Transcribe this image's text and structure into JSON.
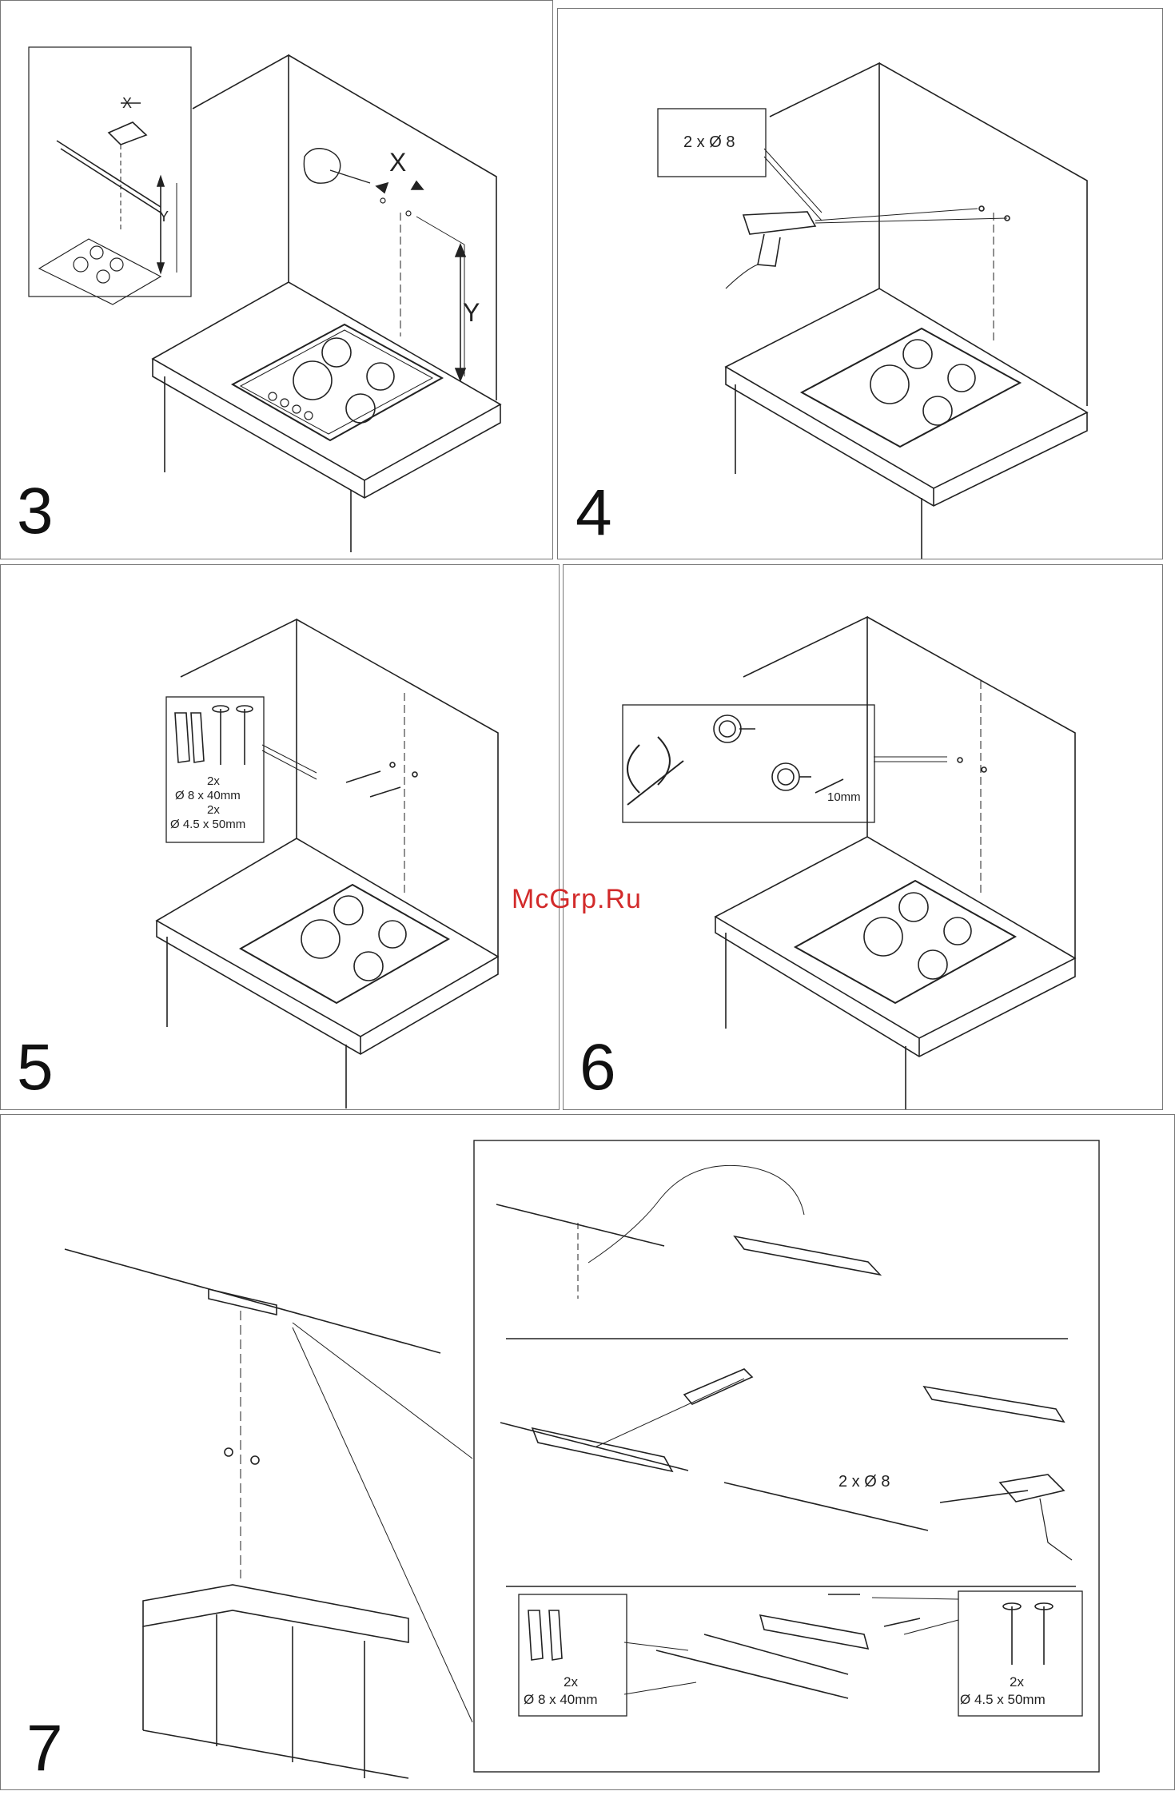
{
  "watermark": "McGrp.Ru",
  "steps": {
    "s3": {
      "number": "3",
      "label_x_small": "X",
      "label_y_small": "Y",
      "label_x": "X",
      "label_y": "Y"
    },
    "s4": {
      "number": "4",
      "drill_label": "2 x Ø 8"
    },
    "s5": {
      "number": "5",
      "plug_qty": "2x",
      "plug_size": "Ø 8 x 40mm",
      "screw_qty": "2x",
      "screw_size": "Ø 4.5 x 50mm"
    },
    "s6": {
      "number": "6",
      "gap_label": "10mm"
    },
    "s7": {
      "number": "7",
      "drill_label": "2 x Ø 8",
      "plug_qty": "2x",
      "plug_size": "Ø 8 x 40mm",
      "screw_qty": "2x",
      "screw_size": "Ø 4.5 x 50mm"
    }
  }
}
